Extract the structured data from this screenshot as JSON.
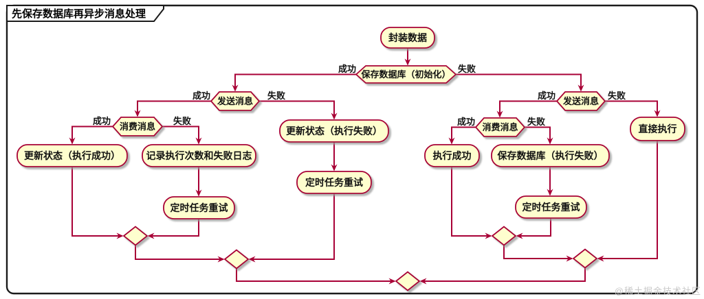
{
  "frame": {
    "title": "先保存数据库再异步消息处理"
  },
  "watermark": "@稀土掘金技术社区",
  "colors": {
    "node_fill": "#FEFECE",
    "line_stroke": "#A80036",
    "frame_border": "#1b1b1b",
    "background": "#ffffff"
  },
  "diagram": {
    "nodes": {
      "encapsulate": "封装数据",
      "save_db_init": "保存数据库（初始化）",
      "send_msg_left": "发送消息",
      "consume_msg_left": "消费消息",
      "update_status_success": "更新状态（执行成功）",
      "record_retry_log": "记录执行次数和失败日志",
      "retry_left": "定时任务重试",
      "update_status_fail": "更新状态（执行失败）",
      "retry_mid": "定时任务重试",
      "send_msg_right": "发送消息",
      "consume_msg_right": "消费消息",
      "exec_success": "执行成功",
      "save_db_fail": "保存数据库（执行失败）",
      "retry_right": "定时任务重试",
      "direct_exec": "直接执行"
    },
    "edge_labels": {
      "success": "成功",
      "fail": "失败"
    }
  }
}
